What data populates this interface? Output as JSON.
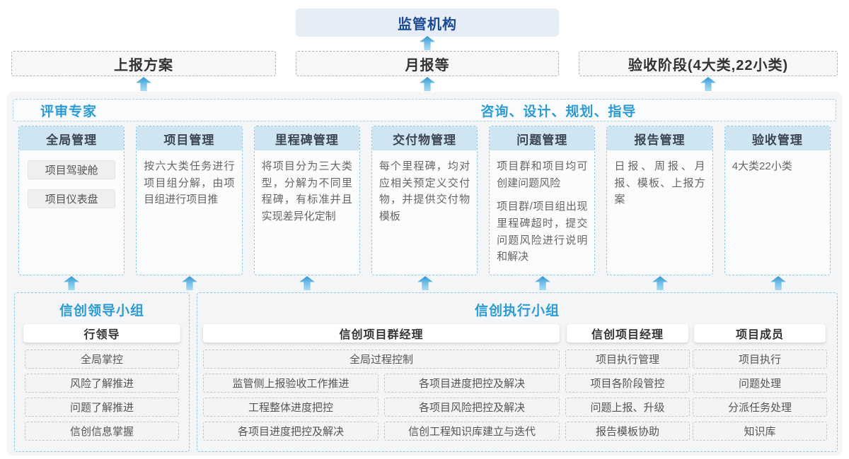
{
  "colors": {
    "accent_blue": "#2b9bd7",
    "regulator_bg": "#e6edf6",
    "regulator_text": "#1a4a96",
    "container_bg": "#f3f5f6",
    "column_header_bg": "#cfe5f2",
    "dashed_blue_border": "#8fc9ea",
    "arrow_blue": "#2f96d4"
  },
  "top": {
    "regulator": "监管机构",
    "channels": [
      {
        "label": "上报方案"
      },
      {
        "label": "月报等"
      },
      {
        "label": "验收阶段(4大类,22小类)"
      }
    ]
  },
  "platform": {
    "left_header": "评审专家",
    "right_header": "咨询、设计、规划、指导",
    "columns": [
      {
        "title": "全局管理",
        "items": [
          "项目驾驶舱",
          "项目仪表盘"
        ]
      },
      {
        "title": "项目管理",
        "paragraphs": [
          "按六大类任务进行项目组分解，由项目组进行项目推"
        ]
      },
      {
        "title": "里程碑管理",
        "paragraphs": [
          "将项目分为三大类型，分解为不同里程碑，有标准并且实现差异化定制"
        ]
      },
      {
        "title": "交付物管理",
        "paragraphs": [
          "每个里程碑，均对应相关预定义交付物，并提供交付物模板"
        ]
      },
      {
        "title": "问题管理",
        "paragraphs": [
          "项目群和项目均可创建问题风险",
          "项目群/项目组出现里程碑超时，提交问题风险进行说明和解决"
        ]
      },
      {
        "title": "报告管理",
        "paragraphs": [
          "日报、周报、月报、模板、上报方案"
        ]
      },
      {
        "title": "验收管理",
        "paragraphs": [
          "4大类22小类"
        ]
      }
    ]
  },
  "groups": {
    "leader": {
      "title": "信创领导小组",
      "role": "行领导",
      "items": [
        "全局掌控",
        "风险了解推进",
        "问题了解推进",
        "信创信息掌握"
      ]
    },
    "exec": {
      "title": "信创执行小组",
      "program_manager": {
        "role": "信创项目群经理",
        "full_item": "全局过程控制",
        "left_items": [
          "监管侧上报验收工作推进",
          "工程整体进度把控",
          "各项目进度把控及解决"
        ],
        "right_items": [
          "各项目进度把控及解决",
          "各项目风险把控及解决",
          "信创工程知识库建立与迭代"
        ]
      },
      "project_manager": {
        "role": "信创项目经理",
        "items": [
          "项目执行管理",
          "项目各阶段管控",
          "问题上报、升级",
          "报告模板协助"
        ]
      },
      "member": {
        "role": "项目成员",
        "items": [
          "项目执行",
          "问题处理",
          "分派任务处理",
          "知识库"
        ]
      }
    }
  }
}
